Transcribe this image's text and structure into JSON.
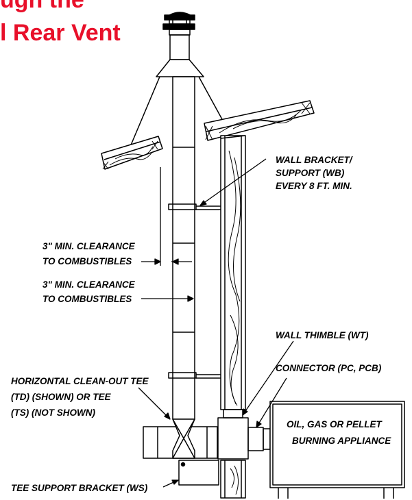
{
  "title": {
    "line1": "ugh the",
    "line2": "l Rear Vent",
    "color": "#e8102a"
  },
  "labels": {
    "wall_bracket_1": "WALL BRACKET/",
    "wall_bracket_2": "SUPPORT (WB)",
    "wall_bracket_3": "EVERY 8 FT. MIN.",
    "clearance_a_1": "3\" MIN. CLEARANCE",
    "clearance_a_2": "TO COMBUSTIBLES",
    "clearance_b_1": "3\" MIN. CLEARANCE",
    "clearance_b_2": "TO COMBUSTIBLES",
    "wall_thimble": "WALL THIMBLE (WT)",
    "connector": "CONNECTOR (PC, PCB)",
    "cleanout_1": "HORIZONTAL CLEAN-OUT TEE",
    "cleanout_2": "(TD) (SHOWN) OR TEE",
    "cleanout_3": "(TS) (NOT SHOWN)",
    "appliance_1": "OIL, GAS OR PELLET",
    "appliance_2": "BURNING APPLIANCE",
    "tee_support": "TEE SUPPORT BRACKET (WS)"
  },
  "colors": {
    "line": "#000000",
    "background": "#ffffff"
  }
}
